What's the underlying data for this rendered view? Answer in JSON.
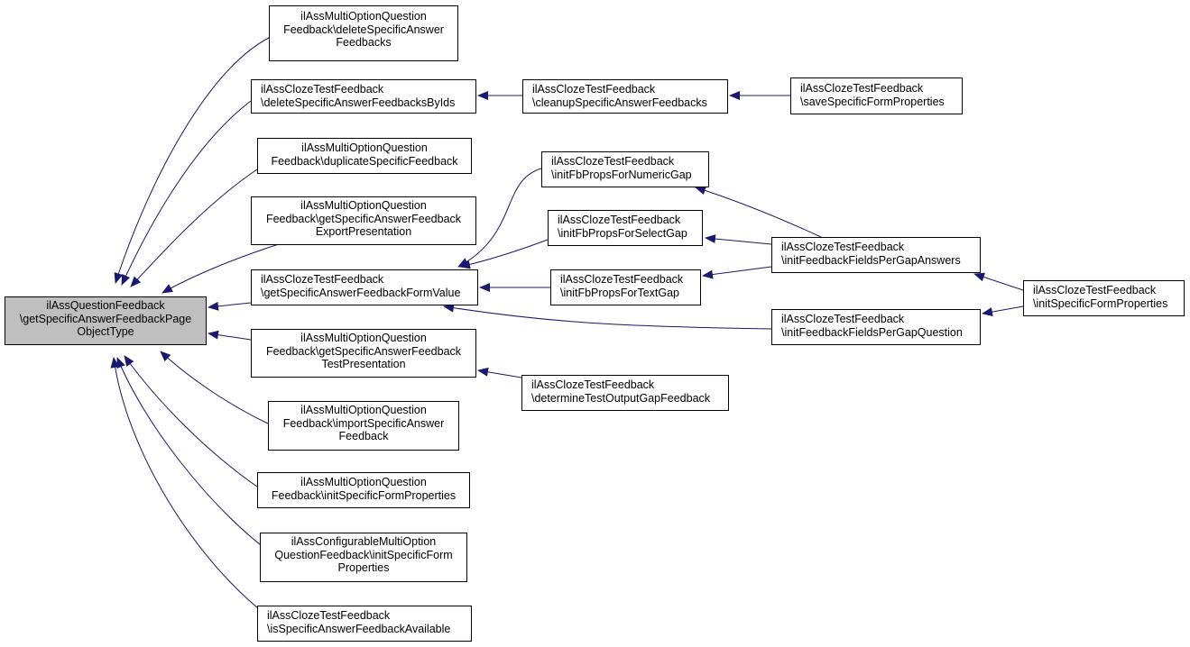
{
  "colors": {
    "edge": "#191970",
    "root_fill": "#bfbfbf",
    "node_fill": "#ffffff",
    "border": "#000000"
  },
  "nodes": {
    "root": [
      "ilAssQuestionFeedback",
      "\\getSpecificAnswerFeedbackPage",
      "ObjectType"
    ],
    "mo_delete": [
      "ilAssMultiOptionQuestion",
      "Feedback\\deleteSpecificAnswer",
      "Feedbacks"
    ],
    "ct_delete_by_ids": [
      "ilAssClozeTestFeedback",
      "\\deleteSpecificAnswerFeedbacksByIds"
    ],
    "ct_cleanup": [
      "ilAssClozeTestFeedback",
      "\\cleanupSpecificAnswerFeedbacks"
    ],
    "ct_save": [
      "ilAssClozeTestFeedback",
      "\\saveSpecificFormProperties"
    ],
    "mo_duplicate": [
      "ilAssMultiOptionQuestion",
      "Feedback\\duplicateSpecificFeedback"
    ],
    "mo_export": [
      "ilAssMultiOptionQuestion",
      "Feedback\\getSpecificAnswerFeedback",
      "ExportPresentation"
    ],
    "ct_form_value": [
      "ilAssClozeTestFeedback",
      "\\getSpecificAnswerFeedbackFormValue"
    ],
    "ct_numeric": [
      "ilAssClozeTestFeedback",
      "\\initFbPropsForNumericGap"
    ],
    "ct_select": [
      "ilAssClozeTestFeedback",
      "\\initFbPropsForSelectGap"
    ],
    "ct_text": [
      "ilAssClozeTestFeedback",
      "\\initFbPropsForTextGap"
    ],
    "ct_per_gap_answers": [
      "ilAssClozeTestFeedback",
      "\\initFeedbackFieldsPerGapAnswers"
    ],
    "ct_per_gap_question": [
      "ilAssClozeTestFeedback",
      "\\initFeedbackFieldsPerGapQuestion"
    ],
    "ct_init_specific": [
      "ilAssClozeTestFeedback",
      "\\initSpecificFormProperties"
    ],
    "mo_test_pres": [
      "ilAssMultiOptionQuestion",
      "Feedback\\getSpecificAnswerFeedback",
      "TestPresentation"
    ],
    "ct_determine": [
      "ilAssClozeTestFeedback",
      "\\determineTestOutputGapFeedback"
    ],
    "mo_import": [
      "ilAssMultiOptionQuestion",
      "Feedback\\importSpecificAnswer",
      "Feedback"
    ],
    "mo_init_specific": [
      "ilAssMultiOptionQuestion",
      "Feedback\\initSpecificFormProperties"
    ],
    "cmo_init_specific": [
      "ilAssConfigurableMultiOption",
      "QuestionFeedback\\initSpecificForm",
      "Properties"
    ],
    "ct_is_available": [
      "ilAssClozeTestFeedback",
      "\\isSpecificAnswerFeedbackAvailable"
    ]
  },
  "edges": [
    [
      "mo_delete",
      "root"
    ],
    [
      "ct_delete_by_ids",
      "root"
    ],
    [
      "mo_duplicate",
      "root"
    ],
    [
      "mo_export",
      "root"
    ],
    [
      "ct_form_value",
      "root"
    ],
    [
      "mo_test_pres",
      "root"
    ],
    [
      "mo_import",
      "root"
    ],
    [
      "mo_init_specific",
      "root"
    ],
    [
      "cmo_init_specific",
      "root"
    ],
    [
      "ct_is_available",
      "root"
    ],
    [
      "ct_cleanup",
      "ct_delete_by_ids"
    ],
    [
      "ct_save",
      "ct_cleanup"
    ],
    [
      "ct_numeric",
      "ct_form_value"
    ],
    [
      "ct_select",
      "ct_form_value"
    ],
    [
      "ct_text",
      "ct_form_value"
    ],
    [
      "ct_per_gap_question",
      "ct_form_value"
    ],
    [
      "ct_per_gap_answers",
      "ct_numeric"
    ],
    [
      "ct_per_gap_answers",
      "ct_select"
    ],
    [
      "ct_per_gap_answers",
      "ct_text"
    ],
    [
      "ct_init_specific",
      "ct_per_gap_answers"
    ],
    [
      "ct_init_specific",
      "ct_per_gap_question"
    ],
    [
      "ct_determine",
      "mo_test_pres"
    ]
  ]
}
